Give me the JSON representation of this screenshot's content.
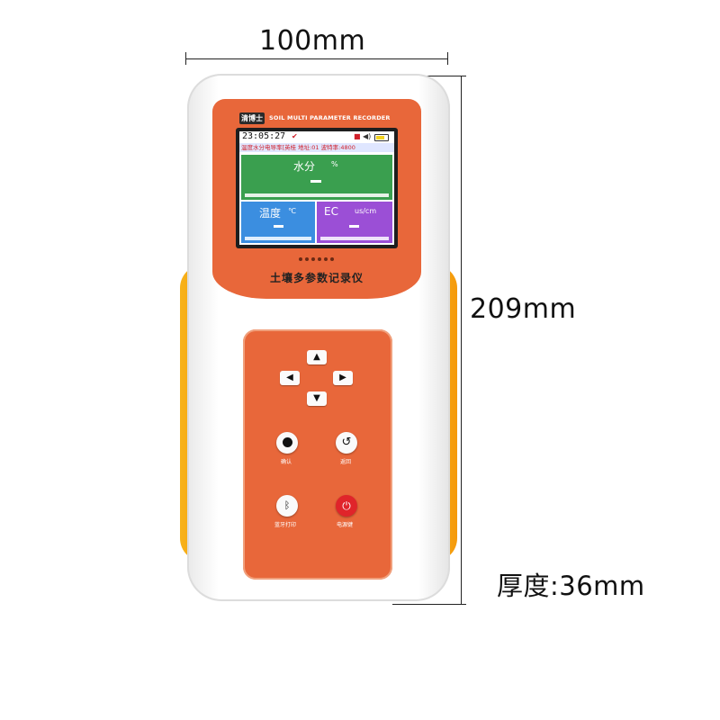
{
  "dimensions": {
    "width_label": "100mm",
    "height_label": "209mm",
    "thickness_label": "厚度:36mm"
  },
  "device": {
    "brand_logo": "清博士",
    "brand_subtitle": "SOIL MULTI PARAMETER RECORDER",
    "name": "土壤多参数记录仪",
    "colors": {
      "shell": "#ffffff",
      "grip": "#f7a416",
      "plate": "#e8673a"
    }
  },
  "screen": {
    "time": "23:05:27",
    "info_row": "温度水分电导率[英桂 地址:01 波特率:4800",
    "panels": [
      {
        "label": "水分",
        "unit": "%",
        "value": "—",
        "color": "#3a9f4f"
      },
      {
        "label": "温度",
        "unit": "℃",
        "value": "—",
        "color": "#3b8ee0"
      },
      {
        "label": "EC",
        "unit": "us/cm",
        "value": "—",
        "color": "#9b4fd6"
      }
    ]
  },
  "keys": {
    "arrows": [
      "▲",
      "◀",
      "▶",
      "▼"
    ],
    "confirm_caption": "确认",
    "back_caption": "返回",
    "bluetooth_caption": "蓝牙打印",
    "power_caption": "电源键"
  }
}
